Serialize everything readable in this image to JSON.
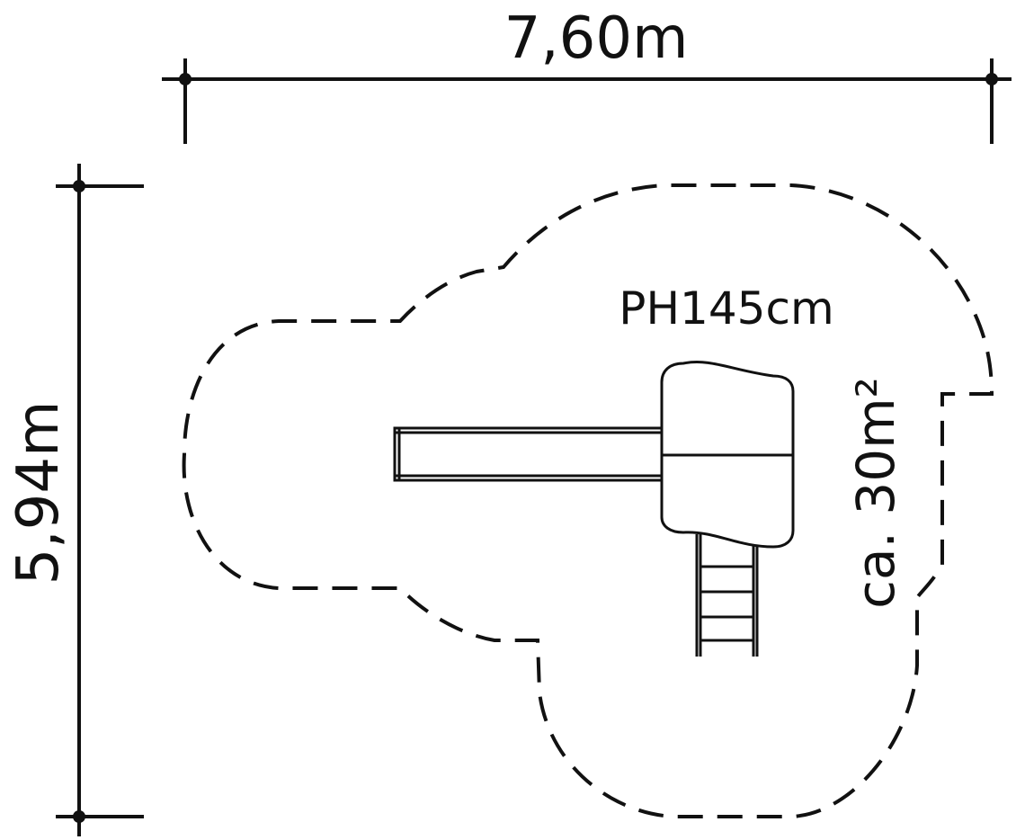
{
  "dimensions": {
    "width_label": "7,60m",
    "height_label": "5,94m"
  },
  "labels": {
    "platform_height": "PH145cm",
    "area": "ca. 30m²"
  },
  "colors": {
    "line": "#111111",
    "background": "#ffffff"
  }
}
